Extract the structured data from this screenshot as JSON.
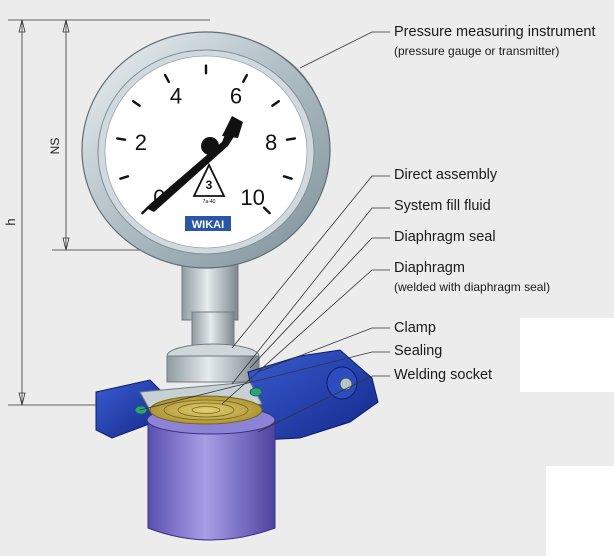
{
  "dimensions": {
    "h_label": "h",
    "ns_label": "NS"
  },
  "gauge": {
    "scale_numbers": [
      "0",
      "2",
      "4",
      "6",
      "8",
      "10"
    ],
    "brand": "WIKAI",
    "logo_number": "3",
    "logo_code": "7a-40"
  },
  "labels": [
    {
      "id": "instrument",
      "text": "Pressure measuring instrument",
      "sub": "(pressure gauge or transmitter)"
    },
    {
      "id": "direct-assembly",
      "text": "Direct assembly"
    },
    {
      "id": "system-fill-fluid",
      "text": "System fill fluid"
    },
    {
      "id": "diaphragm-seal",
      "text": "Diaphragm seal"
    },
    {
      "id": "diaphragm",
      "text": "Diaphragm",
      "sub": "(welded with diaphragm seal)"
    },
    {
      "id": "clamp",
      "text": "Clamp"
    },
    {
      "id": "sealing",
      "text": "Sealing"
    },
    {
      "id": "welding-socket",
      "text": "Welding socket"
    }
  ],
  "colors": {
    "background": "#ececec",
    "steel": "#b9c3c8",
    "clamp_blue": "#1f3fa8",
    "socket_purple": "#7a6fc9",
    "diaphragm_gold": "#c9b04a",
    "seal_green": "#2aa37a"
  }
}
